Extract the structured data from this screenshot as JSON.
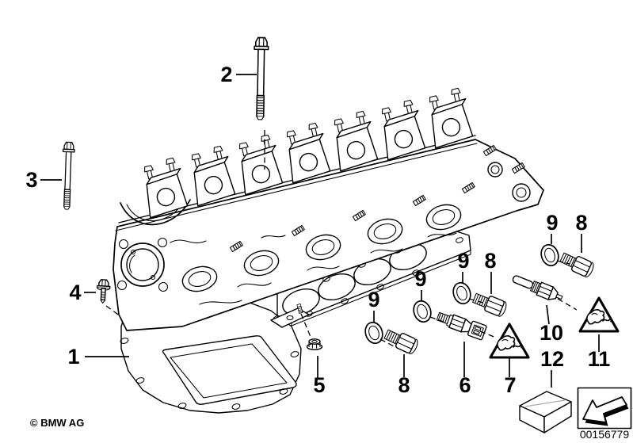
{
  "colors": {
    "ink": "#000000",
    "paper": "#ffffff",
    "seam": "#aaaaaa"
  },
  "callouts": [
    {
      "text": "1"
    },
    {
      "text": "2"
    },
    {
      "text": "3"
    },
    {
      "text": "4"
    },
    {
      "text": "5"
    },
    {
      "text": "8"
    },
    {
      "text": "6"
    },
    {
      "text": "7"
    },
    {
      "text": "9"
    },
    {
      "text": "9"
    },
    {
      "text": "9"
    },
    {
      "text": "8"
    },
    {
      "text": "9"
    },
    {
      "text": "8"
    },
    {
      "text": "10"
    },
    {
      "text": "11"
    },
    {
      "text": "12"
    }
  ],
  "footer": {
    "copyright": "© BMW AG",
    "part_number": "00156779"
  }
}
